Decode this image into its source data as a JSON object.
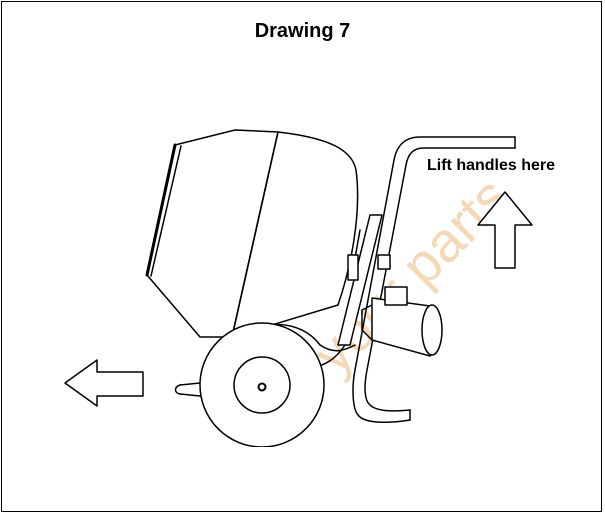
{
  "diagram": {
    "title": "Drawing 7",
    "lift_label": "Lift handles here",
    "watermark": "your parts",
    "colors": {
      "line": "#000000",
      "background": "#ffffff",
      "watermark": "#f4d9b8"
    }
  }
}
